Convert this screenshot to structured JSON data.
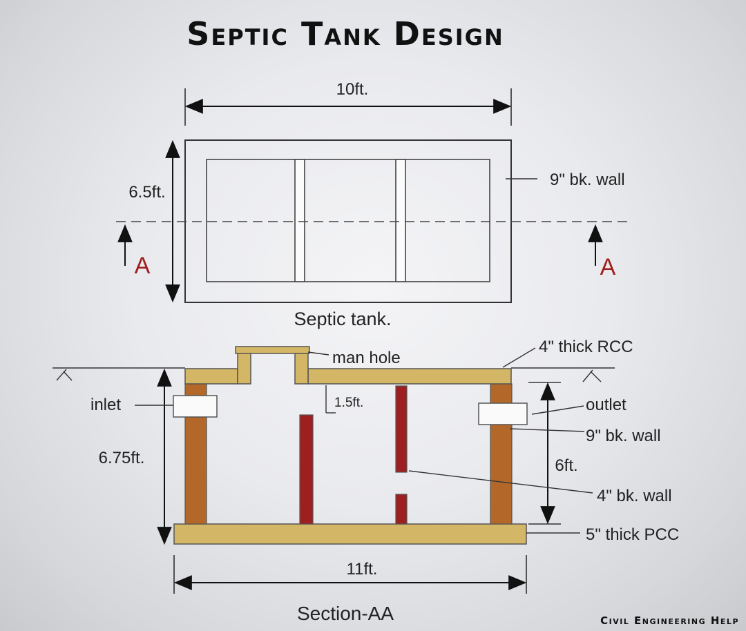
{
  "title": "Septic Tank Design",
  "credit": "Civil Engineering Help",
  "plan": {
    "caption": "Septic tank.",
    "length_label": "10ft.",
    "width_label": "6.5ft.",
    "wall_label": "9\" bk. wall",
    "section_marker": "A"
  },
  "section": {
    "caption": "Section-AA",
    "manhole_label": "man hole",
    "slab_label": "4\" thick RCC",
    "inlet_label": "inlet",
    "outlet_label": "outlet",
    "outer_wall_label": "9\" bk. wall",
    "inner_wall_label": "4\" bk. wall",
    "base_label": "5\" thick PCC",
    "total_depth_label": "6.75ft.",
    "liquid_depth_label": "6ft.",
    "gap_label": "1.5ft.",
    "base_length_label": "11ft."
  }
}
